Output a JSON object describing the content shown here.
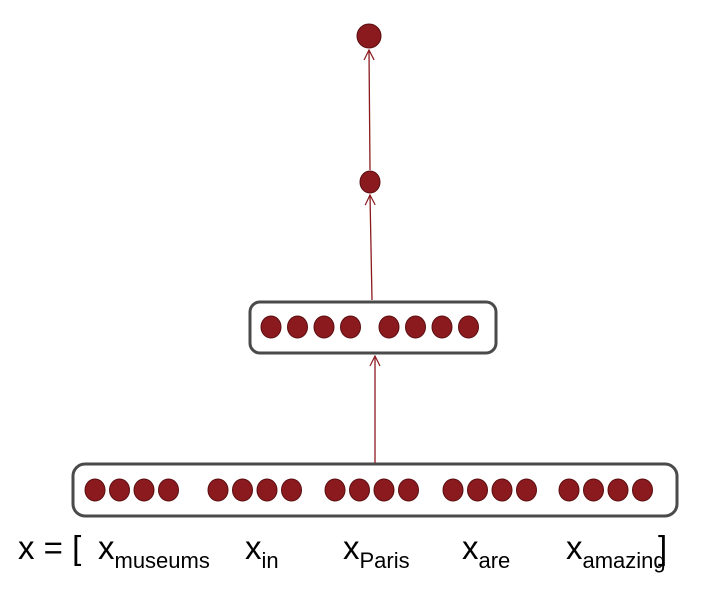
{
  "equation": {
    "lhs": "x  = [",
    "close": "]",
    "base_symbol": "x",
    "words": [
      "museums",
      "in",
      "Paris",
      "are",
      "amazing"
    ]
  },
  "network": {
    "input_vector_sizes": [
      4,
      4,
      4,
      4,
      4
    ],
    "hidden_layer_sizes": [
      4,
      4
    ],
    "upper_node_count": 1,
    "output_node_count": 1
  },
  "colors": {
    "node_fill": "#8b1a1f",
    "node_stroke": "#5a0d10",
    "arrow": "#8b1a1f",
    "box_stroke": "#4a4a4a"
  }
}
